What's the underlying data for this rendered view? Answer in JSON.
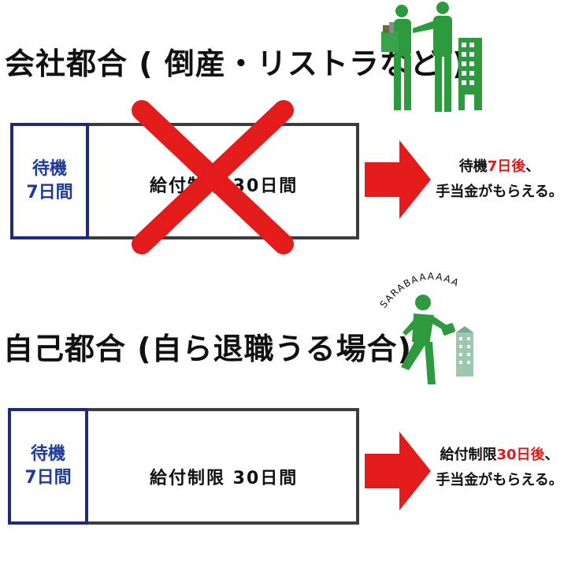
{
  "section1": {
    "heading": "会社都合 ( 倒産・リストラなど )",
    "wait_line1": "待機",
    "wait_line2": "7日間",
    "bar_label": "給付制限 30日間",
    "result_line1_pre": "待機",
    "result_line1_red": "7日後",
    "result_line1_post": "、",
    "result_line2": "手当金がもらえる。"
  },
  "section2": {
    "heading": "自己都合 (自ら退職うる場合)",
    "wait_line1": "待機",
    "wait_line2": "7日間",
    "bar_label": "給付制限  30日間",
    "result_line1_pre": "給付制限",
    "result_line1_red": "30日後",
    "result_line1_post": "、",
    "result_line2": "手当金がもらえる。",
    "speech": "SARABAAAAAA"
  },
  "colors": {
    "arrow": "#e41b1b",
    "cross": "#e41b1b",
    "figure": "#2e9a3e",
    "wait_border": "#1f2a7a",
    "bar_border": "#3c3c3c"
  }
}
